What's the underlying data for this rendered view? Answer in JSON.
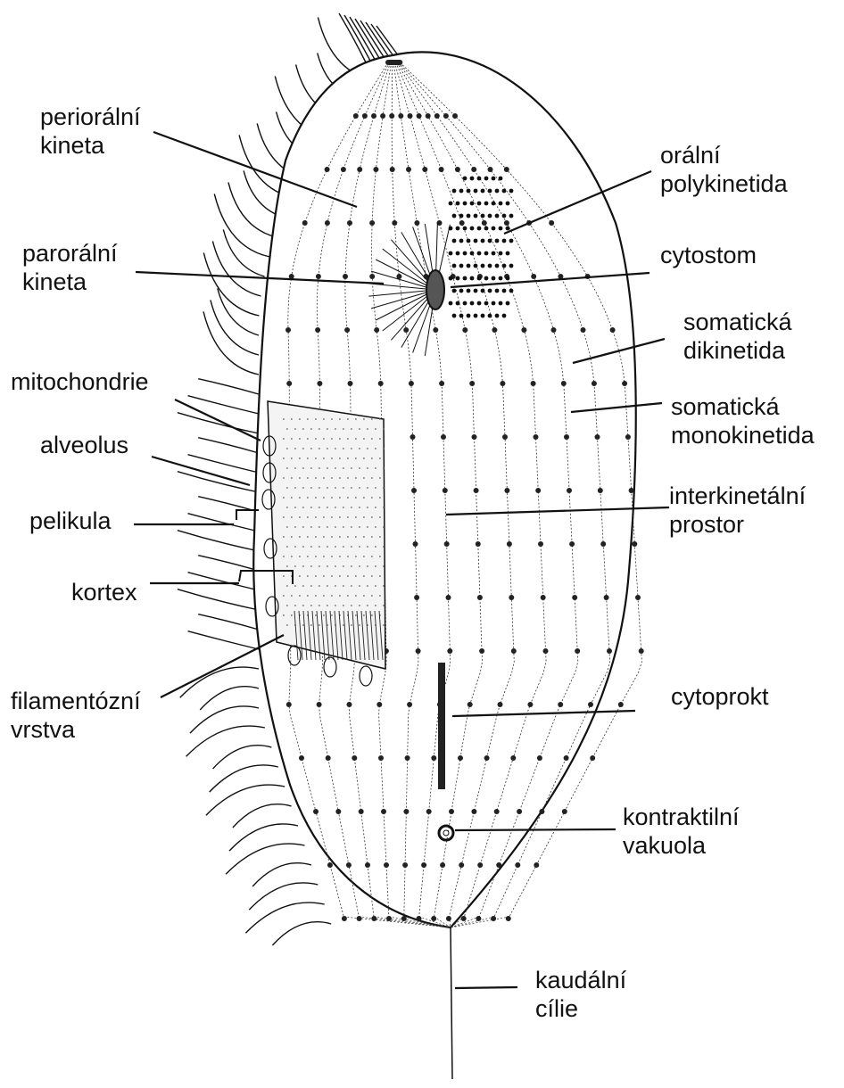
{
  "diagram": {
    "labels": {
      "periorální_kineta": [
        "periorální",
        "kineta"
      ],
      "parorální_kineta": [
        "parorální",
        "kineta"
      ],
      "mitochondrie": [
        "mitochondrie"
      ],
      "alveolus": [
        "alveolus"
      ],
      "pelikula": [
        "pelikula"
      ],
      "kortex": [
        "kortex"
      ],
      "filamentózní_vrstva": [
        "filamentózní",
        "vrstva"
      ],
      "orální_polykinetida": [
        "orální",
        "polykinetida"
      ],
      "cytostom": [
        "cytostom"
      ],
      "somatická_dikinetida": [
        "somatická",
        "dikinetida"
      ],
      "somatická_monokinetida": [
        "somatická",
        "monokinetida"
      ],
      "interkinetální_prostor": [
        "interkinetální",
        "prostor"
      ],
      "cytoprokt": [
        "cytoprokt"
      ],
      "kontraktilní_vakuola": [
        "kontraktilní",
        "vakuola"
      ],
      "kaudální_cílie": [
        "kaudální",
        "cílie"
      ]
    },
    "colors": {
      "ink": "#111111",
      "background": "#ffffff"
    }
  }
}
